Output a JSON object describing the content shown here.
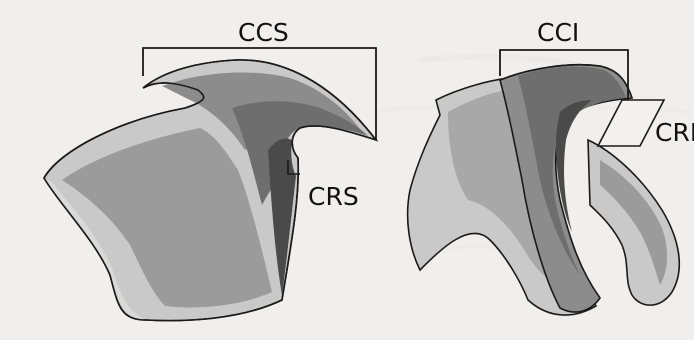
{
  "labels": {
    "ccs": "CCS",
    "crs": "CRS",
    "cci": "CCI",
    "cri": "CRI"
  },
  "colors": {
    "background": "#f2f1ef",
    "outline": "#1a1a1a",
    "light_zone": "#c9c9c9",
    "mid_zone": "#9b9b9b",
    "dark_zone": "#6e6e6e",
    "darkest_zone": "#4a4a4a"
  }
}
